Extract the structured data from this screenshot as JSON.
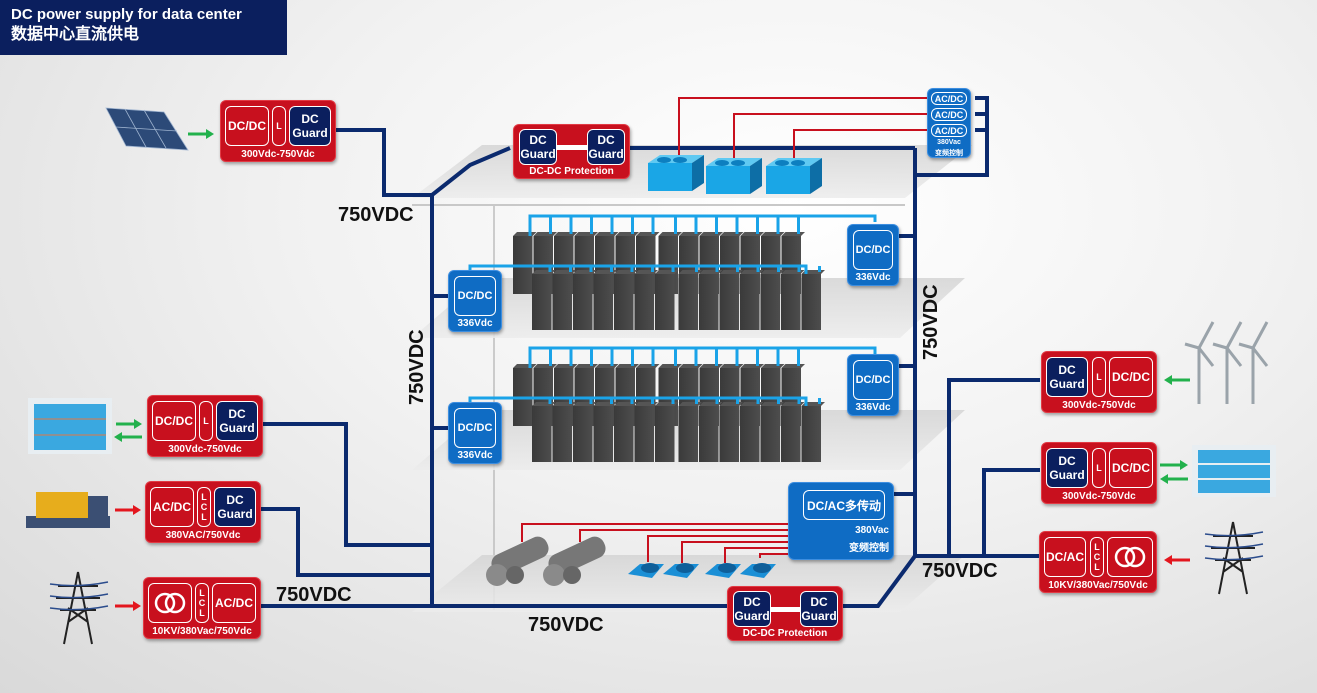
{
  "title": {
    "en": "DC power supply for data center",
    "zh": "数据中心直流供电"
  },
  "bus": {
    "voltage_label": "750VDC"
  },
  "colors": {
    "bus": "#0b2a6e",
    "converter_red": "#c8101e",
    "guard_navy": "#0b1f5e",
    "converter_blue": "#0f6cc4",
    "dist_line_blue": "#1aa3e8",
    "ac_line_red": "#c8101e",
    "arrow_green": "#22b14c",
    "arrow_red": "#e3161e"
  },
  "sources": {
    "solar": {
      "icon": "solar-panel-icon",
      "cells": [
        "DC/DC",
        "L",
        "DC Guard"
      ],
      "caption": "300Vdc-750Vdc"
    },
    "battery_left": {
      "icon": "battery-rack-icon",
      "cells": [
        "DC/DC",
        "L",
        "DC Guard"
      ],
      "caption": "300Vdc-750Vdc"
    },
    "generator": {
      "icon": "diesel-generator-icon",
      "cells": [
        "AC/DC",
        "LCL",
        "DC Guard"
      ],
      "caption": "380VAC/750Vdc"
    },
    "grid_left": {
      "icon": "transmission-tower-icon",
      "cells": [
        "transformer",
        "LCL",
        "AC/DC"
      ],
      "caption": "10KV/380Vac/750Vdc"
    },
    "wind": {
      "icon": "wind-turbine-icon",
      "cells": [
        "DC Guard",
        "L",
        "DC/DC"
      ],
      "caption": "300Vdc-750Vdc"
    },
    "battery_right": {
      "icon": "battery-rack-icon",
      "cells": [
        "DC Guard",
        "L",
        "DC/DC"
      ],
      "caption": "300Vdc-750Vdc"
    },
    "grid_right": {
      "icon": "transmission-tower-icon",
      "cells": [
        "DC/AC",
        "LCL",
        "transformer"
      ],
      "caption": "10KV/380Vac/750Vdc"
    }
  },
  "protection": {
    "top": {
      "left": "DC Guard",
      "right": "DC Guard",
      "caption": "DC-DC Protection"
    },
    "bottom": {
      "left": "DC Guard",
      "right": "DC Guard",
      "caption": "DC-DC Protection"
    }
  },
  "floors": {
    "top": {
      "equipment": "cooling-units",
      "acdc_panel": {
        "cells": [
          "AC/DC",
          "AC/DC",
          "AC/DC"
        ],
        "caption1": "380Vac",
        "caption2": "变频控制"
      }
    },
    "server_upper": {
      "converters": [
        {
          "label": "DC/DC",
          "caption": "336Vdc"
        },
        {
          "label": "DC/DC",
          "caption": "336Vdc"
        }
      ]
    },
    "server_lower": {
      "converters": [
        {
          "label": "DC/DC",
          "caption": "336Vdc"
        },
        {
          "label": "DC/DC",
          "caption": "336Vdc"
        }
      ]
    },
    "bottom": {
      "equipment": "chillers-and-pumps",
      "drive": {
        "label": "DC/AC多传动",
        "caption1": "380Vac",
        "caption2": "变频控制"
      }
    }
  },
  "lcl": [
    "L",
    "C",
    "L"
  ]
}
